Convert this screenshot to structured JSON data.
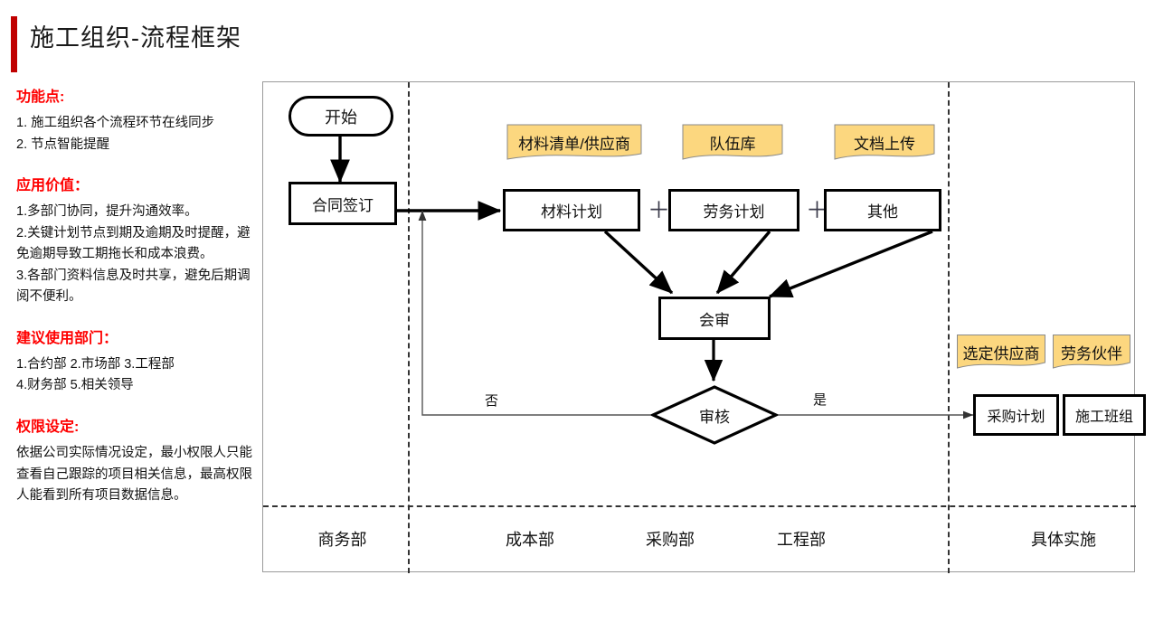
{
  "header": {
    "title": "施工组织-流程框架",
    "accent_color": "#c00000"
  },
  "sidebar": {
    "sections": [
      {
        "heading": "功能点:",
        "lines": [
          "1. 施工组织各个流程环节在线同步",
          "2. 节点智能提醒"
        ]
      },
      {
        "heading": "应用价值：",
        "lines": [
          "1.多部门协同，提升沟通效率。",
          "2.关键计划节点到期及逾期及时提醒，避免逾期导致工期拖长和成本浪费。",
          "3.各部门资料信息及时共享，避免后期调阅不便利。"
        ]
      },
      {
        "heading": "建议使用部门：",
        "lines": [
          "1.合约部 2.市场部 3.工程部",
          "4.财务部 5.相关领导"
        ]
      },
      {
        "heading": "权限设定:",
        "lines": [
          "依据公司实际情况设定，最小权限人只能查看自己跟踪的项目相关信息，最高权限人能看到所有项目数据信息。"
        ]
      }
    ],
    "heading_color": "#ff0000"
  },
  "flow": {
    "nodes": {
      "start": "开始",
      "contract": "合同签订",
      "material_plan": "材料计划",
      "labor_plan": "劳务计划",
      "other_plan": "其他",
      "joint_review": "会审",
      "audit": "审核",
      "purchase_plan": "采购计划",
      "work_team": "施工班组"
    },
    "operators": [
      "＋",
      "＋"
    ],
    "sticky_notes": [
      {
        "label": "材料清单/供应商"
      },
      {
        "label": "队伍库"
      },
      {
        "label": "文档上传"
      },
      {
        "label": "选定供应商"
      },
      {
        "label": "劳务伙伴"
      }
    ],
    "sticky_color": "#fcd77f",
    "edge_labels": {
      "no": "否",
      "yes": "是"
    },
    "lanes": [
      "商务部",
      "成本部",
      "采购部",
      "工程部",
      "具体实施"
    ]
  }
}
